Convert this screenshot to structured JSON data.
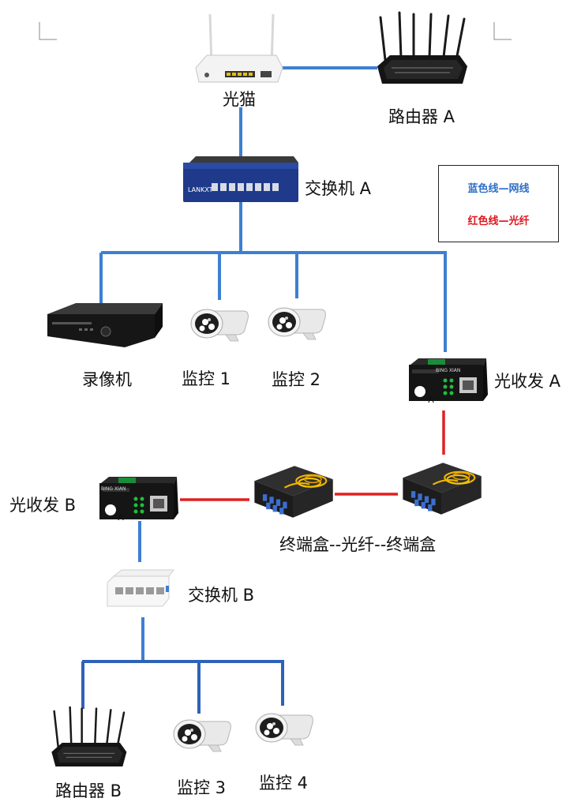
{
  "labels": {
    "modem": "光猫",
    "router_a": "路由器 A",
    "switch_a": "交换机 A",
    "recorder": "录像机",
    "cam1": "监控 1",
    "cam2": "监控 2",
    "transceiver_a": "光收发 A",
    "transceiver_b": "光收发 B",
    "terminal_boxes": "终端盒--光纤--终端盒",
    "switch_b": "交换机 B",
    "router_b": "路由器 B",
    "cam3": "监控 3",
    "cam4": "监控 4"
  },
  "device_text": {
    "switch_brand": "LANKXT",
    "transceiver_brand": "BING XIAN",
    "port_marker": "A"
  },
  "legend": {
    "blue_line": "蓝色线—网线",
    "red_line": "红色线—光纤"
  },
  "colors": {
    "network_cable": "#3d7fd1",
    "fiber": "#e21f1f",
    "legend_blue_text": "#2e6fc7",
    "legend_red_text": "#e0161d"
  },
  "icons": {
    "modem": "fiber-modem-icon",
    "router": "router-icon",
    "switch_a": "network-switch-icon",
    "switch_b": "small-switch-icon",
    "recorder": "nvr-recorder-icon",
    "camera": "bullet-camera-icon",
    "transceiver": "fiber-transceiver-icon",
    "terminal_box": "fiber-terminal-box-icon"
  }
}
